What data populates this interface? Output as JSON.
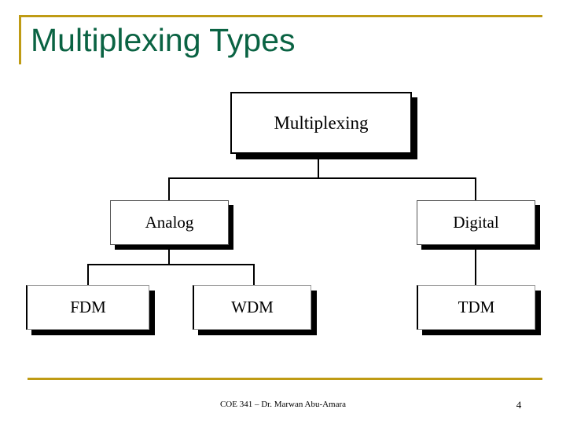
{
  "slide": {
    "title": "Multiplexing Types",
    "title_color": "#0a6343",
    "accent_color": "#bf9b14",
    "background": "#ffffff"
  },
  "diagram": {
    "type": "tree",
    "nodes": [
      {
        "id": "multiplexing",
        "label": "Multiplexing",
        "level": 0
      },
      {
        "id": "analog",
        "label": "Analog",
        "level": 1
      },
      {
        "id": "digital",
        "label": "Digital",
        "level": 1
      },
      {
        "id": "fdm",
        "label": "FDM",
        "level": 2
      },
      {
        "id": "wdm",
        "label": "WDM",
        "level": 2
      },
      {
        "id": "tdm",
        "label": "TDM",
        "level": 2
      }
    ],
    "edges": [
      {
        "from": "multiplexing",
        "to": "analog"
      },
      {
        "from": "multiplexing",
        "to": "digital"
      },
      {
        "from": "analog",
        "to": "fdm"
      },
      {
        "from": "analog",
        "to": "wdm"
      },
      {
        "from": "digital",
        "to": "tdm"
      }
    ]
  },
  "footer": {
    "course_credit": "COE 341 – Dr. Marwan Abu-Amara",
    "page_number": "4"
  }
}
